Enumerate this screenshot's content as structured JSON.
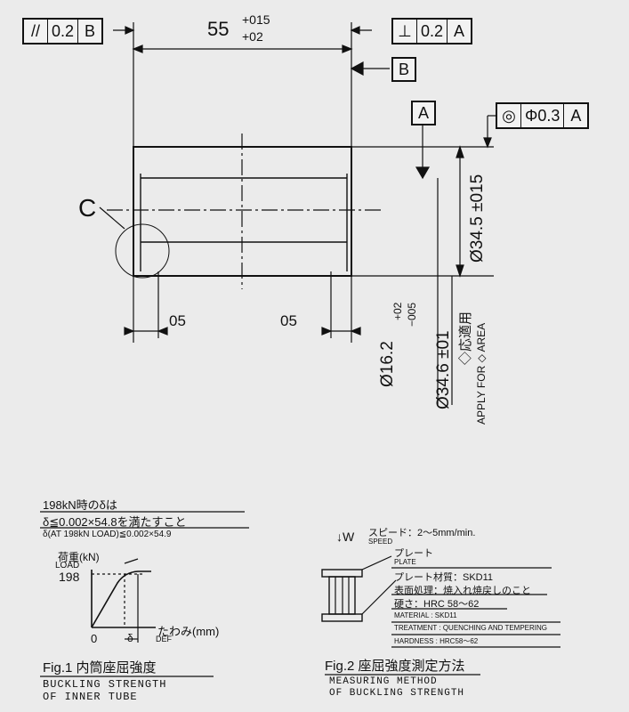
{
  "top": {
    "parallel_frame": [
      "//",
      "0.2",
      "B"
    ],
    "dimension_main": "55",
    "tol_upper": "+015",
    "tol_lower": "+02",
    "perp_frame": [
      "⊥",
      "0.2",
      "A"
    ],
    "datum_b": "B"
  },
  "right": {
    "datum_a": "A",
    "concentric_frame": [
      "◎",
      "Φ0.3",
      "A"
    ],
    "dia_outer": "Ø34.5 ±015",
    "dia_inner": "Ø16.2",
    "dia_inner_tol_upper": "+02",
    "dia_inner_tol_lower": "−005",
    "dia_346": "Ø34.6 ±01",
    "apply_jp": "◇応適用",
    "apply_en": "APPLY FOR ◇ AREA"
  },
  "side": {
    "c_label": "C",
    "dim_left": "05",
    "dim_right": "05"
  },
  "fig1": {
    "line1": "198kN時のδは",
    "line2": "δ≦0.002×54.8を満たすこと",
    "line3": "δ(AT 198kN LOAD)≦0.002×54.9",
    "load_jp": "荷重(kN)",
    "load_en": "LOAD",
    "load_value": "198",
    "defl_jp": "たわみ(mm)",
    "defl_en": "DEF",
    "origin": "0",
    "delta": "δ",
    "caption_jp": "Fig.1  内筒座屈強度",
    "caption_en1": "BUCKLING STRENGTH",
    "caption_en2": "OF INNER TUBE"
  },
  "fig2": {
    "w": "↓W",
    "speed_jp": "スピード：2～5mm/min.",
    "speed_en": "SPEED",
    "plate_jp": "プレート",
    "plate_en": "PLATE",
    "mat_jp": "プレート材質：SKD11",
    "treat_jp": "表面処理：焼入れ焼戻しのこと",
    "hard_jp": "硬さ：HRC  58～62",
    "mat_en": "MATERIAL : SKD11",
    "treat_en": "TREATMENT : QUENCHING AND TEMPERING",
    "hard_en": "HARDNESS : HRC58～62",
    "caption_jp": "Fig.2  座屈強度測定方法",
    "caption_en1": "MEASURING METHOD",
    "caption_en2": "OF BUCKLING STRENGTH"
  }
}
